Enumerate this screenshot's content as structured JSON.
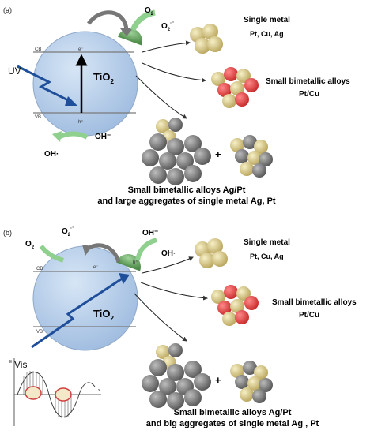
{
  "panel_a": {
    "label": "(a)",
    "excitation": "UV",
    "semiconductor": "TiO",
    "semiconductor_sub": "2",
    "cb": "CB",
    "vb": "VB",
    "electron": "e⁻",
    "hole": "h⁺",
    "oxygen": "O",
    "oxygen_sub": "2",
    "superoxide": "O",
    "superoxide_sub": "2",
    "superoxide_sup": "·⁻",
    "hydroxide": "OH⁻",
    "hydroxyl_radical": "OH·",
    "products": [
      {
        "title": "Single metal",
        "subtitle": "Pt, Cu, Ag"
      },
      {
        "title": "Small bimetallic alloys",
        "subtitle": "Pt/Cu"
      }
    ],
    "plus": "+",
    "caption_line1": "Small bimetallic alloys Ag/Pt",
    "caption_line2": "and large aggregates of single metal Ag, Pt"
  },
  "panel_b": {
    "label": "(b)",
    "excitation": "Vis",
    "semiconductor": "TiO",
    "semiconductor_sub": "2",
    "cb": "CB",
    "vb": "VB",
    "electron": "e⁻",
    "hole": "h⁺",
    "oxygen": "O",
    "oxygen_sub": "2",
    "superoxide": "O",
    "superoxide_sub": "2",
    "superoxide_sup": "·⁻",
    "hydroxide": "OH⁻",
    "hydroxyl_radical": "OH·",
    "products": [
      {
        "title": "Single metal",
        "subtitle": "Pt, Cu, Ag"
      },
      {
        "title": "Small bimetallic alloys",
        "subtitle": "Pt/Cu"
      }
    ],
    "plus": "+",
    "caption_line1": "Small bimetallic alloys Ag/Pt",
    "caption_line2": "and big aggregates of single metal Ag , Pt",
    "inset_y_label": "E",
    "inset_x_label": "x"
  },
  "colors": {
    "sphere": "#b8cfe8",
    "sphere_edge": "#8fa8c8",
    "arrow_blue": "#1f4e9a",
    "green": "#8fd08f",
    "dome": "#5f9e5a",
    "gold": "#d9c97a",
    "red": "#e04545",
    "gray": "#8a8a8a"
  }
}
